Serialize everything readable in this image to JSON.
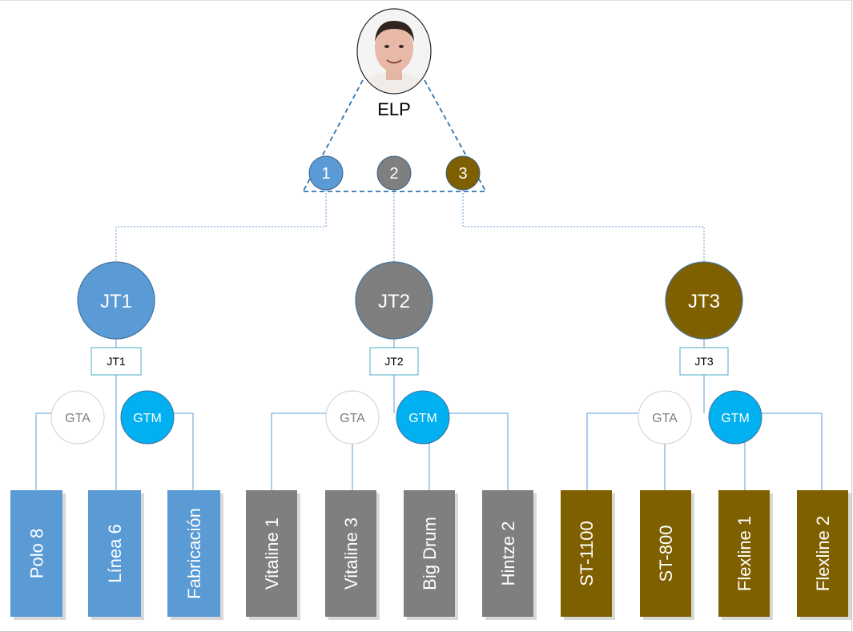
{
  "root": {
    "label": "ELP",
    "photo_icon": "person-photo-icon"
  },
  "colors": {
    "blue": "#5b9bd5",
    "gray": "#7f7f7f",
    "brown": "#7f6000",
    "cyan": "#00b0f0",
    "line_blue": "#5b9bd5",
    "dash_blue": "#2e75b6"
  },
  "numbers": [
    "1",
    "2",
    "3"
  ],
  "teams": [
    {
      "circle_label": "JT1",
      "box_label": "JT1",
      "gta_label": "GTA",
      "gtm_label": "GTM",
      "lines": [
        "Polo 8",
        "Línea 6",
        "Fabricación"
      ]
    },
    {
      "circle_label": "JT2",
      "box_label": "JT2",
      "gta_label": "GTA",
      "gtm_label": "GTM",
      "lines": [
        "Vitaline 1",
        "Vitaline 3",
        "Big Drum",
        "Hintze 2"
      ]
    },
    {
      "circle_label": "JT3",
      "box_label": "JT3",
      "gta_label": "GTA",
      "gtm_label": "GTM",
      "lines": [
        "ST-1100",
        "ST-800",
        "Flexline 1",
        "Flexline 2"
      ]
    }
  ]
}
